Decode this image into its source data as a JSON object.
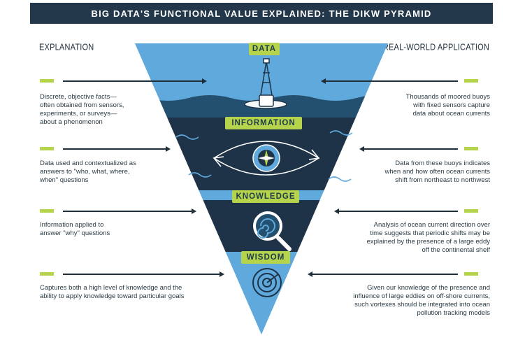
{
  "title": "BIG DATA'S FUNCTIONAL VALUE EXPLAINED: THE DIKW PYRAMID",
  "headers": {
    "left": "EXPLANATION",
    "right": "REAL-WORLD APPLICATION"
  },
  "levels": [
    {
      "label": "DATA",
      "explanation": [
        "Discrete, objective facts—",
        "often obtained from sensors,",
        "experiments, or surveys—",
        "about a phenomenon"
      ],
      "application": [
        "Thousands of moored buoys",
        "with fixed sensors capture",
        "data about ocean currents"
      ]
    },
    {
      "label": "INFORMATION",
      "explanation": [
        "Data used and contextualized as",
        "answers to \"who, what, where,",
        "when\" questions"
      ],
      "application": [
        "Data from these buoys indicates",
        "when and how often ocean currents",
        "shift from northeast to northwest"
      ]
    },
    {
      "label": "KNOWLEDGE",
      "explanation": [
        "Information applied to",
        "answer \"why\" questions"
      ],
      "application": [
        "Analysis of ocean current direction over",
        "time suggests that periodic shifts may be",
        "explained by the presence of a large eddy",
        "off the continental shelf"
      ]
    },
    {
      "label": "WISDOM",
      "explanation": [
        "Captures both a high level of knowledge and the",
        "ability to apply knowledge toward particular goals"
      ],
      "application": [
        "Given our knowledge of the presence and",
        "influence of large eddies on off-shore currents,",
        "such vortexes should be integrated into ocean",
        "pollution tracking models"
      ]
    }
  ],
  "colors": {
    "title_bg": "#23374a",
    "accent": "#b6d44b",
    "light_blue": "#5fa9dc",
    "dark_navy": "#1e3347"
  }
}
